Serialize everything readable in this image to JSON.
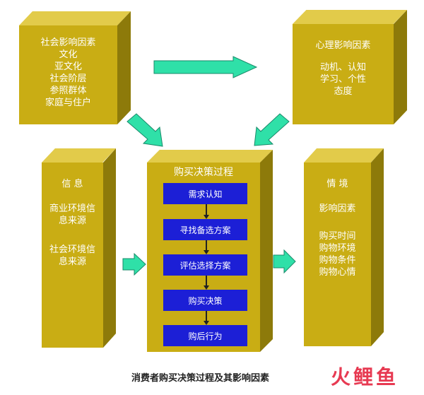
{
  "boxes": {
    "social": {
      "lines": [
        "社会影响因素",
        "文化",
        "亚文化",
        "社会阶层",
        "参照群体",
        "家庭与住户"
      ]
    },
    "psych": {
      "title": "心理影响因素",
      "lines": [
        "动机、认知",
        "学习、个性",
        "态度"
      ]
    },
    "info": {
      "title": "信 息",
      "para1": [
        "商业环境信",
        "息来源"
      ],
      "para2": [
        "社会环境信",
        "息来源"
      ]
    },
    "center": {
      "title": "购买决策过程",
      "steps": [
        "需求认知",
        "寻找备选方案",
        "评估选择方案",
        "购买决策",
        "购后行为"
      ]
    },
    "situation": {
      "title": "情 境",
      "subtitle": "影响因素",
      "lines": [
        "购买时间",
        "购物环境",
        "购物条件",
        "购物心情"
      ]
    }
  },
  "caption": "消费者购买决策过程及其影响因素",
  "logo": "火鲤鱼",
  "colors": {
    "box_front": "#c9ad14",
    "box_top": "#e2cb4a",
    "box_side": "#8d7a0a",
    "step_fill": "#1c1fd6",
    "arrow": "#2fe0a8"
  }
}
